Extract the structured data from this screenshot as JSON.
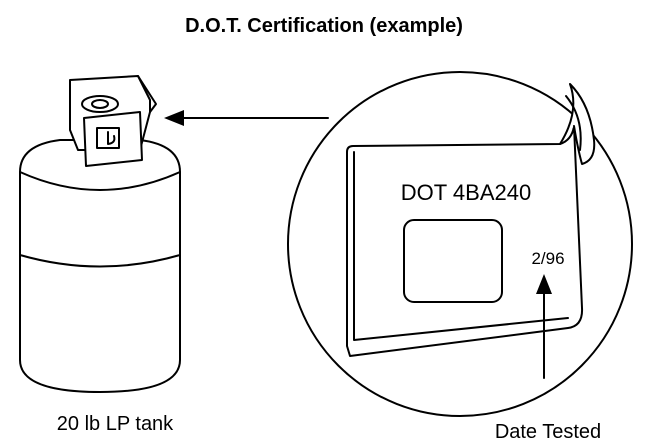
{
  "title": "D.O.T. Certification (example)",
  "tank_label": "20 lb LP tank",
  "stamp_text": "DOT 4BA240",
  "date_value": "2/96",
  "date_caption": "Date Tested"
}
